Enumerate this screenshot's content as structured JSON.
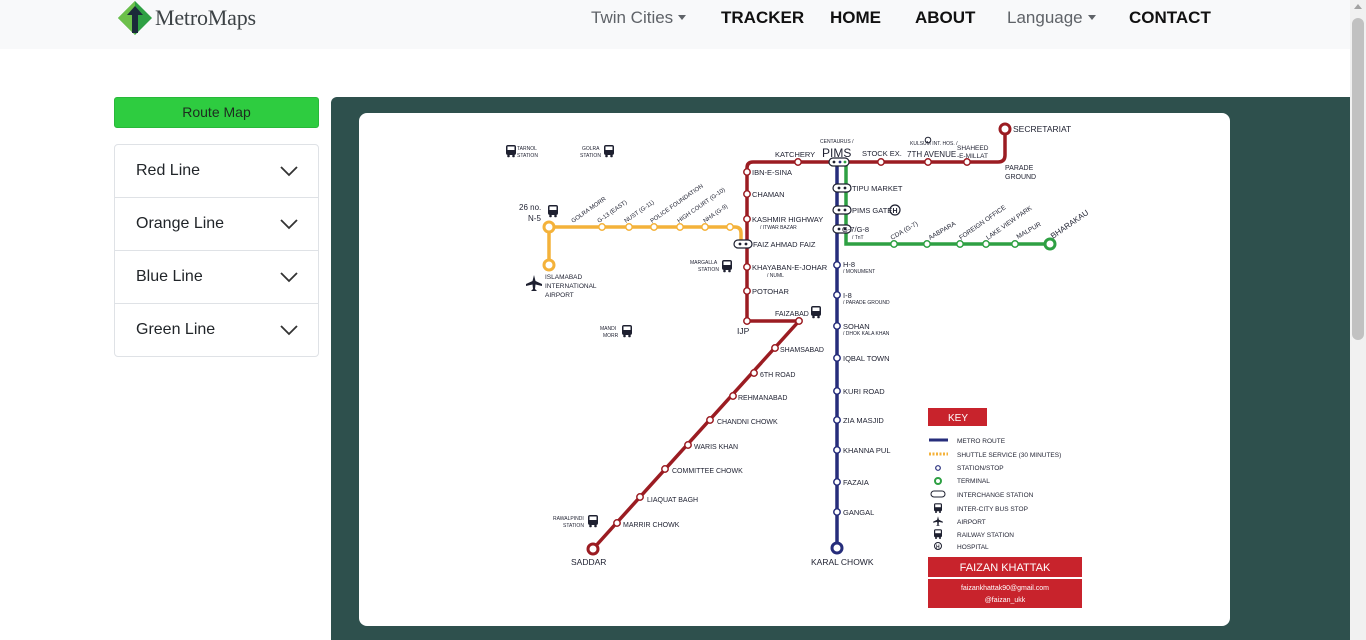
{
  "brand": {
    "name": "MetroMaps"
  },
  "nav": {
    "twin_cities": "Twin Cities",
    "tracker": "TRACKER",
    "home": "HOME",
    "about": "ABOUT",
    "language": "Language",
    "contact": "CONTACT"
  },
  "sidebar": {
    "route_button": "Route Map",
    "lines": [
      {
        "label": "Red Line"
      },
      {
        "label": "Orange Line"
      },
      {
        "label": "Blue Line"
      },
      {
        "label": "Green Line"
      }
    ]
  },
  "colors": {
    "red_line": "#9b1c22",
    "orange_line": "#f4b23a",
    "blue_line": "#262d7b",
    "green_line": "#2ea043",
    "panel": "#2e504d",
    "button_green": "#2ecc40",
    "key_red": "#c8232c"
  },
  "map": {
    "red_stations": {
      "katchery": "KATCHERY",
      "ibn_e_sina": "IBN-E-SINA",
      "chaman": "CHAMAN",
      "kashmir_highway": "KASHMIR HIGHWAY",
      "itwar_bazar": "/  ITWAR BAZAR",
      "faiz_ahmad_faiz": "FAIZ AHMAD FAIZ",
      "khayaban": "KHAYABAN-E-JOHAR",
      "numl": "/  NUML",
      "potohar": "POTOHAR",
      "ijp": "IJP",
      "faizabad": "FAIZABAD",
      "shamsabad": "SHAMSABAD",
      "6th_road": "6TH ROAD",
      "rehmanabad": "REHMANABAD",
      "chandni_chowk": "CHANDNI CHOWK",
      "waris_khan": "WARIS KHAN",
      "committee_chowk": "COMMITTEE CHOWK",
      "liaquat_bagh": "LIAQUAT BAGH",
      "marrir_chowk": "MARRIR CHOWK",
      "saddar": "SADDAR",
      "stock_ex": "STOCK EX.",
      "7th_avenue": "7TH AVENUE",
      "7th_avenue_sub": "KULSUM INT. HOS. /",
      "shaheed": "SHAHEED",
      "e_millat": "-E-MILLAT",
      "parade": "PARADE",
      "ground": "GROUND",
      "secretariat": "SECRETARIAT"
    },
    "pims": {
      "main": "PIMS",
      "sub": "CENTAURUS /"
    },
    "blue_stations": {
      "tipu_market": "TIPU MARKET",
      "pims_gate": "PIMS GATE",
      "g7_g8": "G-7/G-8",
      "g7_g8_sub": "/  TnT",
      "h8": "H-8",
      "h8_sub": "/  MONUMENT",
      "i8": "I-8",
      "i8_sub": "/  PARADE GROUND",
      "sohan": "SOHAN",
      "sohan_sub": "/  DHOK KALA KHAN",
      "iqbal_town": "IQBAL TOWN",
      "kuri_road": "KURI ROAD",
      "zia_masjid": "ZIA MASJID",
      "khanna_pul": "KHANNA PUL",
      "fazaia": "FAZAIA",
      "gangal": "GANGAL",
      "karal_chowk": "KARAL CHOWK"
    },
    "green_stations": {
      "cda": "CDA (G-7)",
      "aabpara": "AABPARA",
      "foreign_office": "FOREIGN OFFICE",
      "lake_view_park": "LAKE VIEW PARK",
      "malpur": "MALPUR",
      "bharakau": "BHARAKAU"
    },
    "orange_stations": {
      "26no": "26 no.",
      "n5": "N-5",
      "golra_morr": "GOLRA MORR",
      "g13": "G-13 (EAST)",
      "nust": "NUST (G-11)",
      "police_foundation": "POLICE FOUNDATION",
      "high_court": "HIGH COURT (G-10)",
      "nha": "NHA (G-9)",
      "airport_1": "ISLAMABAD",
      "airport_2": "INTERNATIONAL",
      "airport_3": "AIRPORT"
    },
    "landmarks": {
      "tarnol_1": "TARNOL",
      "tarnol_2": "STATION",
      "golra_1": "GOLRA",
      "golra_2": "STATION",
      "margalla_1": "MARGALLA",
      "margalla_2": "STATION",
      "mandi_1": "MANDI",
      "mandi_2": "MORR",
      "rawalpindi_1": "RAWALPINDI",
      "rawalpindi_2": "STATION"
    },
    "key": {
      "title": "KEY",
      "metro": "METRO ROUTE",
      "shuttle": "SHUTTLE SERVICE (30 MINUTES)",
      "station": "STATION/STOP",
      "terminal": "TERMINAL",
      "interchange": "INTERCHANGE STATION",
      "bus": "INTER-CITY BUS STOP",
      "airport": "AIRPORT",
      "railway": "RAILWAY STATION",
      "hospital": "HOSPITAL"
    },
    "author": {
      "name": "FAIZAN KHATTAK",
      "email": "faizankhattak90@gmail.com",
      "handle": "@faizan_ukk"
    }
  }
}
